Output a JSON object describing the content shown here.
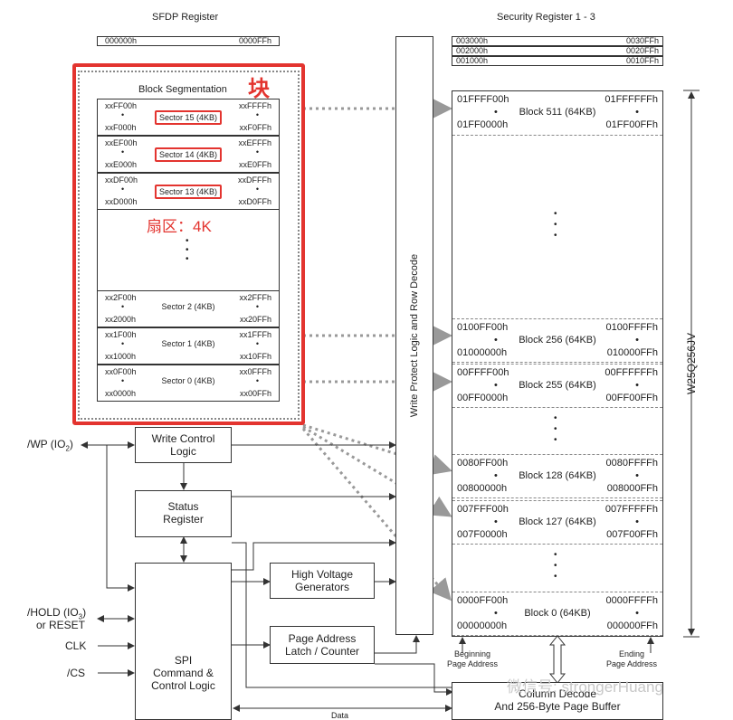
{
  "titles": {
    "sfdp": "SFDP Register",
    "security": "Security Register 1 - 3"
  },
  "sfdp_register": {
    "start": "000000h",
    "end": "0000FFh"
  },
  "security_registers": [
    {
      "start": "003000h",
      "end": "0030FFh"
    },
    {
      "start": "002000h",
      "end": "0020FFh"
    },
    {
      "start": "001000h",
      "end": "0010FFh"
    }
  ],
  "block_segmentation": {
    "title": "Block Segmentation",
    "annotation_block": "块",
    "annotation_sector": "扇区：4K",
    "dot": "•",
    "sectors": [
      {
        "label": "Sector 15 (4KB)",
        "tl": "xxFF00h",
        "bl": "xxF000h",
        "tr": "xxFFFFh",
        "br": "xxF0FFh"
      },
      {
        "label": "Sector 14 (4KB)",
        "tl": "xxEF00h",
        "bl": "xxE000h",
        "tr": "xxEFFFh",
        "br": "xxE0FFh"
      },
      {
        "label": "Sector 13 (4KB)",
        "tl": "xxDF00h",
        "bl": "xxD000h",
        "tr": "xxDFFFh",
        "br": "xxD0FFh"
      },
      {
        "label": "Sector 2 (4KB)",
        "tl": "xx2F00h",
        "bl": "xx2000h",
        "tr": "xx2FFFh",
        "br": "xx20FFh"
      },
      {
        "label": "Sector 1 (4KB)",
        "tl": "xx1F00h",
        "bl": "xx1000h",
        "tr": "xx1FFFh",
        "br": "xx10FFh"
      },
      {
        "label": "Sector 0 (4KB)",
        "tl": "xx0F00h",
        "bl": "xx0000h",
        "tr": "xx0FFFh",
        "br": "xx00FFh"
      }
    ]
  },
  "write_protect": "Write Protect Logic and Row Decode",
  "blocks": [
    {
      "label": "Block 511 (64KB)",
      "tl": "01FFFF00h",
      "bl": "01FF0000h",
      "tr": "01FFFFFFh",
      "br": "01FF00FFh"
    },
    {
      "label": "Block 256 (64KB)",
      "tl": "0100FF00h",
      "bl": "01000000h",
      "tr": "0100FFFFh",
      "br": "010000FFh"
    },
    {
      "label": "Block 255 (64KB)",
      "tl": "00FFFF00h",
      "bl": "00FF0000h",
      "tr": "00FFFFFFh",
      "br": "00FF00FFh"
    },
    {
      "label": "Block 128 (64KB)",
      "tl": "0080FF00h",
      "bl": "00800000h",
      "tr": "0080FFFFh",
      "br": "008000FFh"
    },
    {
      "label": "Block 127 (64KB)",
      "tl": "007FFF00h",
      "bl": "007F0000h",
      "tr": "007FFFFFh",
      "br": "007F00FFh"
    },
    {
      "label": "Block 0 (64KB)",
      "tl": "0000FF00h",
      "bl": "00000000h",
      "tr": "0000FFFFh",
      "br": "000000FFh"
    }
  ],
  "chip_name": "W25Q256JV",
  "logic": {
    "write_control": "Write Control\nLogic",
    "status_register": "Status\nRegister",
    "high_voltage": "High Voltage\nGenerators",
    "page_address": "Page Address\nLatch / Counter",
    "spi": "SPI\nCommand &\nControl Logic",
    "column_decode": "Column Decode\nAnd 256-Byte Page Buffer"
  },
  "pins": {
    "wp": "/WP (IO",
    "wp_sub": "2",
    "hold": "/HOLD (IO",
    "hold_sub": "3",
    "hold2": "or RESET",
    "clk": "CLK",
    "cs": "/CS"
  },
  "page_address_labels": {
    "beginning": "Beginning\nPage Address",
    "ending": "Ending\nPage Address"
  },
  "data_label": "Data",
  "watermark": "微信号: strongerHuang"
}
